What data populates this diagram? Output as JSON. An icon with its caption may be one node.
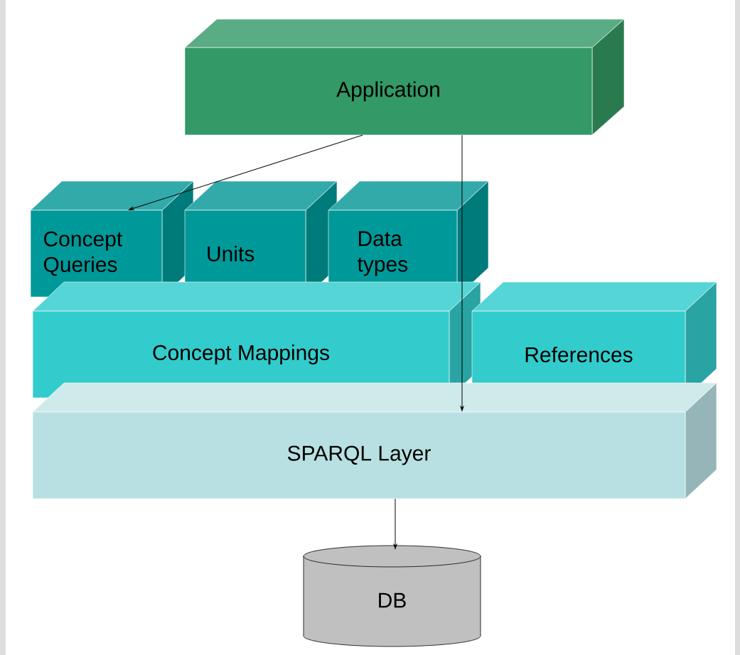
{
  "diagram": {
    "nodes": [
      {
        "text": [
          "Application"
        ]
      },
      {
        "text": [
          "Concept Queries"
        ]
      },
      {
        "text": [
          "Units"
        ]
      },
      {
        "text": [
          "Data types"
        ]
      },
      {
        "text": [
          "Concept Mappings"
        ]
      },
      {
        "text": [
          "References"
        ]
      },
      {
        "text": [
          "SPARQL Layer"
        ]
      },
      {
        "text": [
          "DB"
        ]
      }
    ],
    "edges": [
      {
        "from": 0,
        "to": 1,
        "arrow": "to"
      },
      {
        "from": 0,
        "to": 6,
        "arrow": "to"
      },
      {
        "from": 6,
        "to": 7,
        "arrow": "to"
      }
    ]
  }
}
